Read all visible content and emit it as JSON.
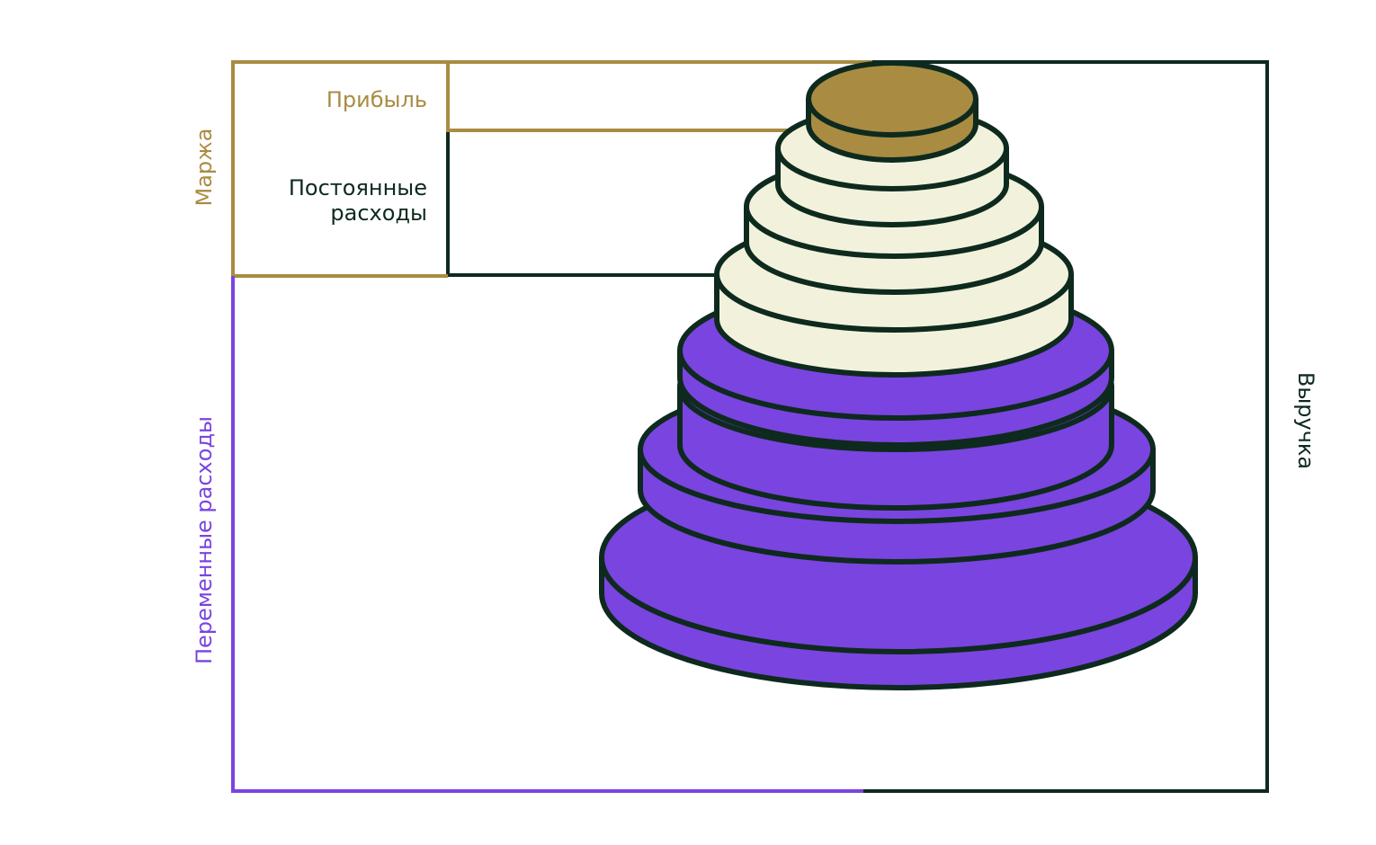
{
  "labels": {
    "profit": "Прибыль",
    "fixed_costs_line1": "Постоянные",
    "fixed_costs_line2": "расходы",
    "margin": "Маржа",
    "variable_costs": "Переменные расходы",
    "revenue": "Выручка"
  },
  "colors": {
    "gold": "#A98C42",
    "cream": "#F2F2DC",
    "purple": "#7A44E0",
    "dark": "#0E2A1E",
    "white": "#FFFFFF"
  },
  "tiers": [
    {
      "name": "profit",
      "color": "#A98C42"
    },
    {
      "name": "fixed-costs-1",
      "color": "#F2F2DC"
    },
    {
      "name": "fixed-costs-2",
      "color": "#F2F2DC"
    },
    {
      "name": "fixed-costs-3",
      "color": "#F2F2DC"
    },
    {
      "name": "variable-costs-1",
      "color": "#7A44E0"
    },
    {
      "name": "variable-costs-2",
      "color": "#7A44E0"
    },
    {
      "name": "variable-costs-3",
      "color": "#7A44E0"
    },
    {
      "name": "variable-costs-4",
      "color": "#7A44E0"
    }
  ]
}
